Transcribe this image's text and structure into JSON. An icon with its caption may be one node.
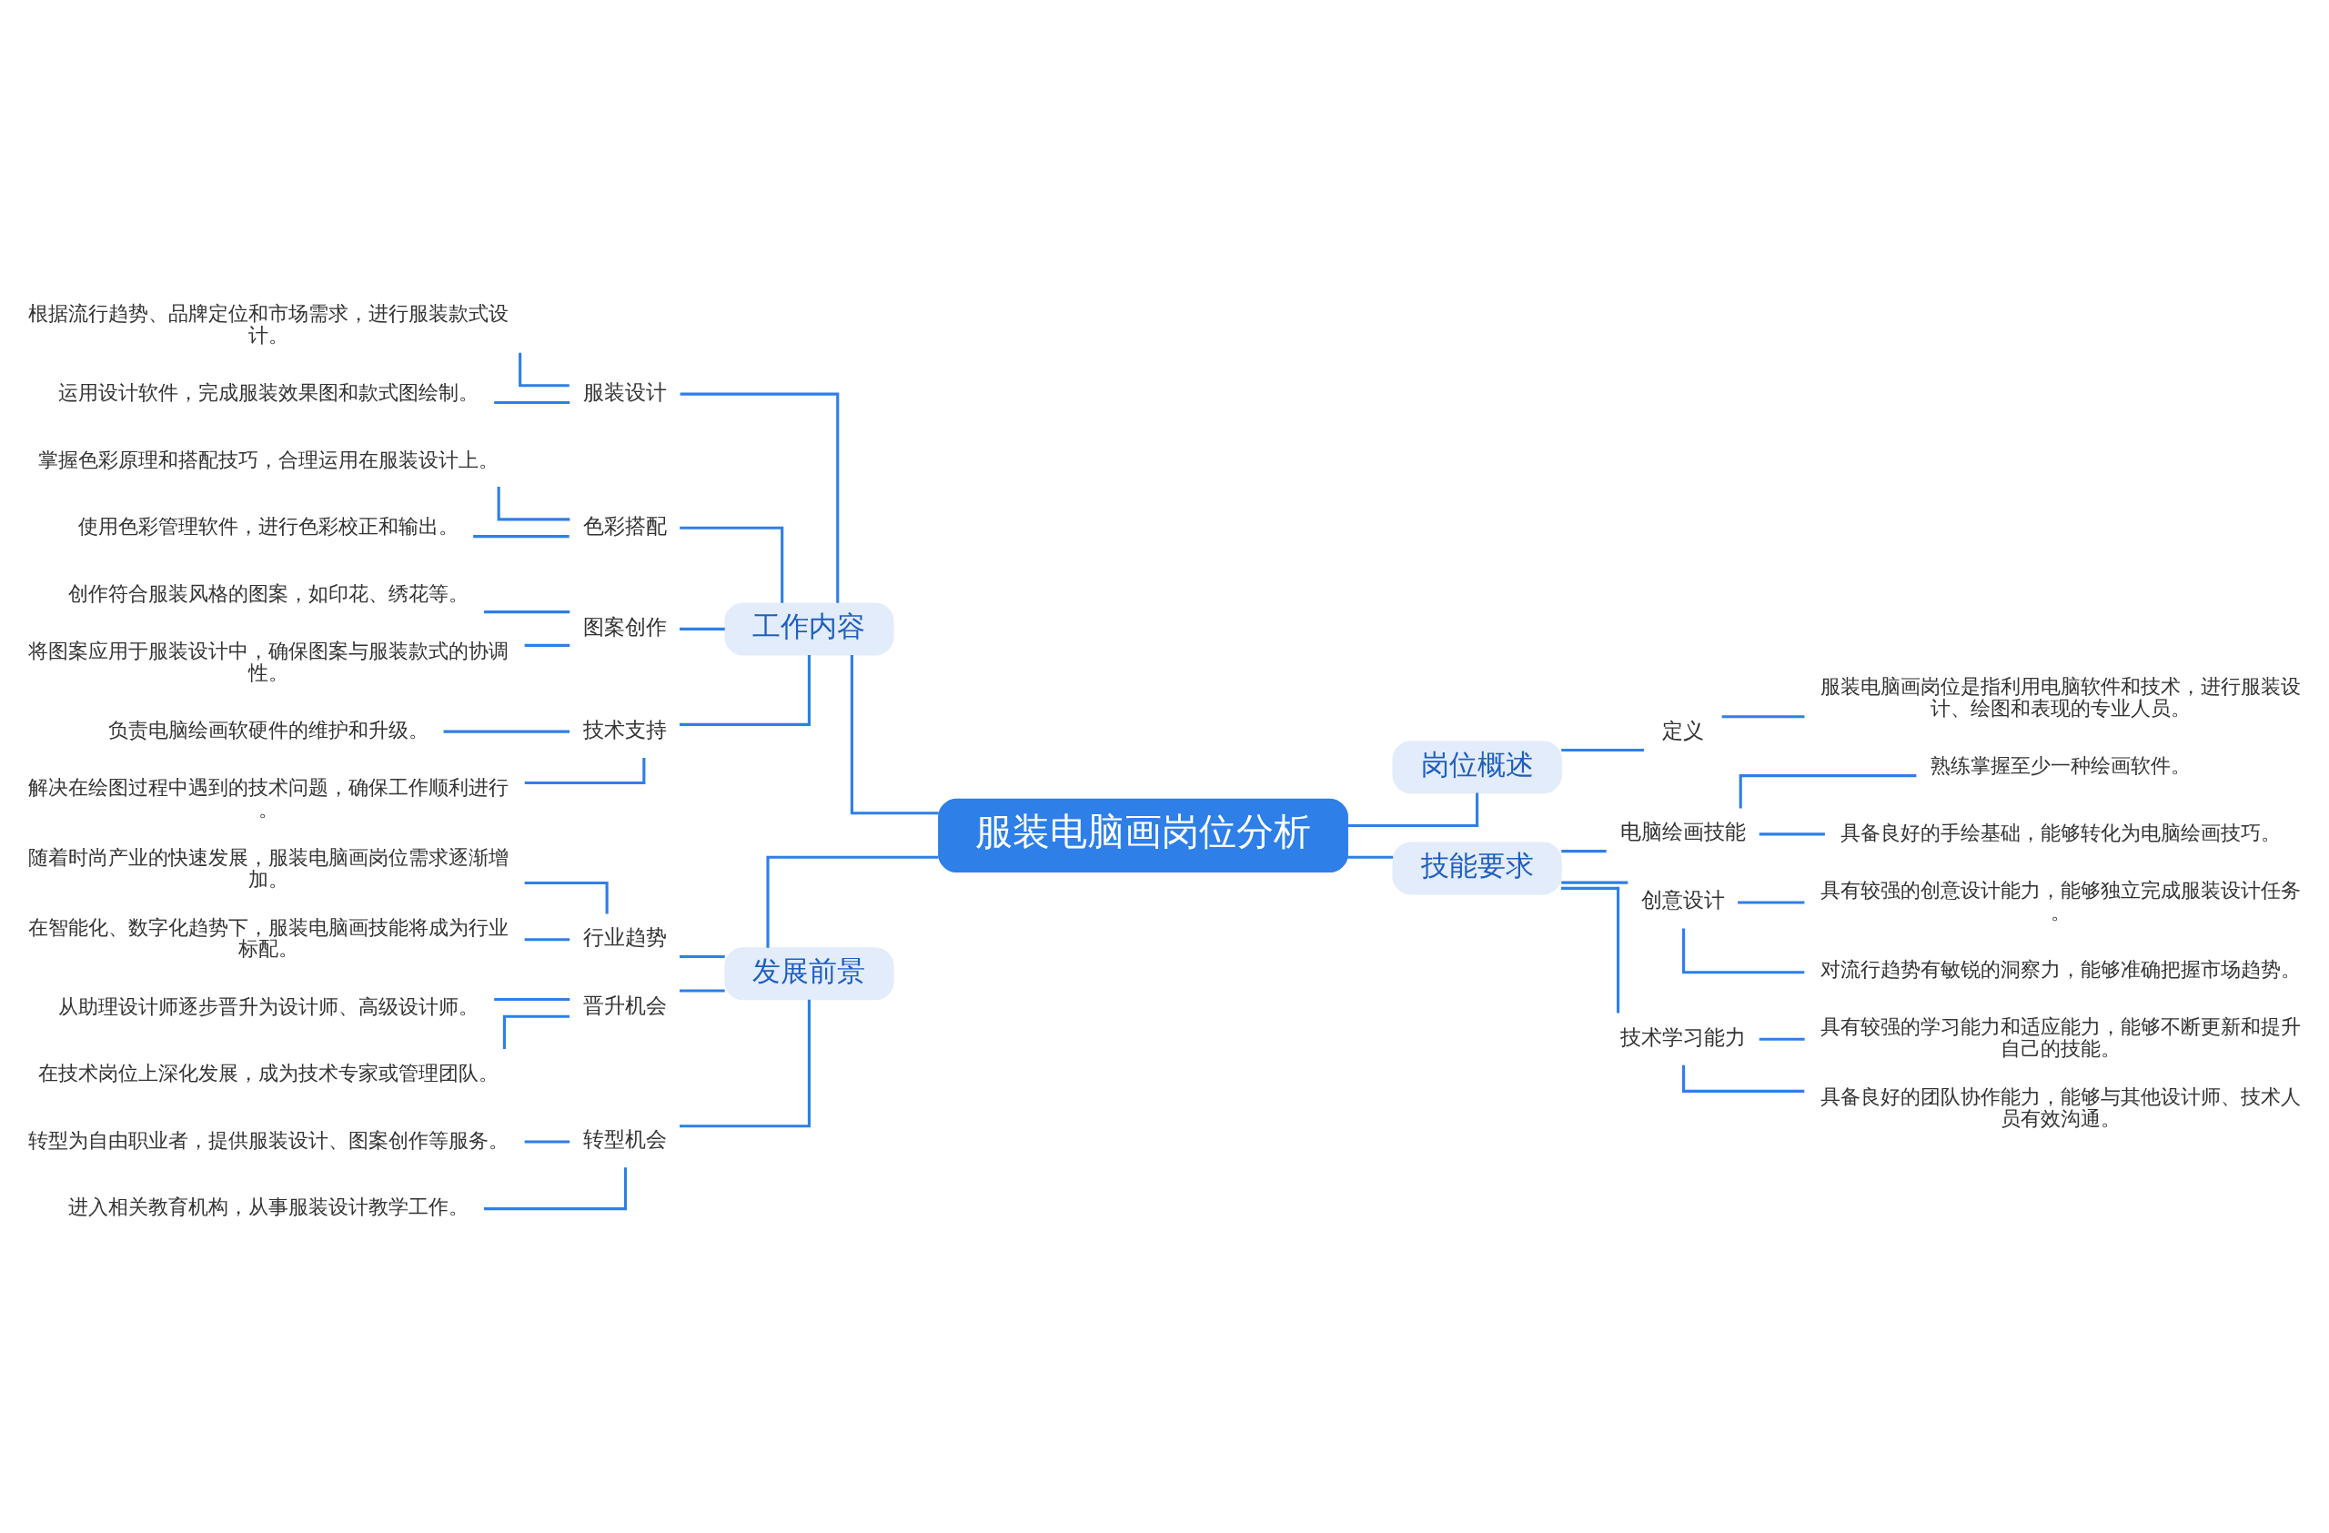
{
  "diagram": {
    "nodes": [
      {
        "text": [
          "服装电脑画岗位分析"
        ]
      },
      {
        "text": [
          "工作内容"
        ]
      },
      {
        "text": [
          "服装设计"
        ]
      },
      {
        "text": [
          "根据流行趋势、品牌定位和市场需求，进行服装款式设计。"
        ]
      },
      {
        "text": [
          "运用设计软件，完成服装效果图和款式图绘制。"
        ]
      },
      {
        "text": [
          "色彩搭配"
        ]
      },
      {
        "text": [
          "掌握色彩原理和搭配技巧，合理运用在服装设计上。"
        ]
      },
      {
        "text": [
          "使用色彩管理软件，进行色彩校正和输出。"
        ]
      },
      {
        "text": [
          "图案创作"
        ]
      },
      {
        "text": [
          "创作符合服装风格的图案，如印花、绣花等。"
        ]
      },
      {
        "text": [
          "将图案应用于服装设计中，确保图案与服装款式的协调性。"
        ]
      },
      {
        "text": [
          "技术支持"
        ]
      },
      {
        "text": [
          "负责电脑绘画软硬件的维护和升级。"
        ]
      },
      {
        "text": [
          "解决在绘图过程中遇到的技术问题，确保工作顺利进行。"
        ]
      },
      {
        "text": [
          "发展前景"
        ]
      },
      {
        "text": [
          "行业趋势"
        ]
      },
      {
        "text": [
          "随着时尚产业的快速发展，服装电脑画岗位需求逐渐增加。"
        ]
      },
      {
        "text": [
          "在智能化、数字化趋势下，服装电脑画技能将成为行业标配。"
        ]
      },
      {
        "text": [
          "晋升机会"
        ]
      },
      {
        "text": [
          "从助理设计师逐步晋升为设计师、高级设计师。"
        ]
      },
      {
        "text": [
          "在技术岗位上深化发展，成为技术专家或管理团队。"
        ]
      },
      {
        "text": [
          "转型机会"
        ]
      },
      {
        "text": [
          "转型为自由职业者，提供服装设计、图案创作等服务。"
        ]
      },
      {
        "text": [
          "进入相关教育机构，从事服装设计教学工作。"
        ]
      },
      {
        "text": [
          "岗位概述"
        ]
      },
      {
        "text": [
          "定义"
        ]
      },
      {
        "text": [
          "服装电脑画岗位是指利用电脑软件和技术，进行服装设计、绘图和表现的专业人员。"
        ]
      },
      {
        "text": [
          "技能要求"
        ]
      },
      {
        "text": [
          "电脑绘画技能"
        ]
      },
      {
        "text": [
          "熟练掌握至少一种绘画软件。"
        ]
      },
      {
        "text": [
          "具备良好的手绘基础，能够转化为电脑绘画技巧。"
        ]
      },
      {
        "text": [
          "创意设计"
        ]
      },
      {
        "text": [
          "具有较强的创意设计能力，能够独立完成服装设计任务。"
        ]
      },
      {
        "text": [
          "对流行趋势有敏锐的洞察力，能够准确把握市场趋势。"
        ]
      },
      {
        "text": [
          "技术学习能力"
        ]
      },
      {
        "text": [
          "具有较强的学习能力和适应能力，能够不断更新和提升自己的技能。"
        ]
      },
      {
        "text": [
          "具备良好的团队协作能力，能够与其他设计师、技术人员有效沟通。"
        ]
      }
    ],
    "edges": [
      {
        "from": 1,
        "to": 0,
        "arrow": "none"
      },
      {
        "from": 2,
        "to": 1,
        "arrow": "none"
      },
      {
        "from": 3,
        "to": 2,
        "arrow": "none"
      },
      {
        "from": 4,
        "to": 2,
        "arrow": "none"
      },
      {
        "from": 5,
        "to": 1,
        "arrow": "none"
      },
      {
        "from": 6,
        "to": 5,
        "arrow": "none"
      },
      {
        "from": 7,
        "to": 5,
        "arrow": "none"
      },
      {
        "from": 8,
        "to": 1,
        "arrow": "none"
      },
      {
        "from": 9,
        "to": 8,
        "arrow": "none"
      },
      {
        "from": 10,
        "to": 8,
        "arrow": "none"
      },
      {
        "from": 11,
        "to": 1,
        "arrow": "none"
      },
      {
        "from": 12,
        "to": 11,
        "arrow": "none"
      },
      {
        "from": 13,
        "to": 11,
        "arrow": "none"
      },
      {
        "from": 14,
        "to": 0,
        "arrow": "none"
      },
      {
        "from": 15,
        "to": 14,
        "arrow": "none"
      },
      {
        "from": 16,
        "to": 15,
        "arrow": "none"
      },
      {
        "from": 17,
        "to": 15,
        "arrow": "none"
      },
      {
        "from": 18,
        "to": 14,
        "arrow": "none"
      },
      {
        "from": 19,
        "to": 18,
        "arrow": "none"
      },
      {
        "from": 20,
        "to": 18,
        "arrow": "none"
      },
      {
        "from": 21,
        "to": 14,
        "arrow": "none"
      },
      {
        "from": 22,
        "to": 21,
        "arrow": "none"
      },
      {
        "from": 23,
        "to": 21,
        "arrow": "none"
      },
      {
        "from": 0,
        "to": 24,
        "arrow": "none"
      },
      {
        "from": 24,
        "to": 25,
        "arrow": "none"
      },
      {
        "from": 25,
        "to": 26,
        "arrow": "none"
      },
      {
        "from": 0,
        "to": 27,
        "arrow": "none"
      },
      {
        "from": 27,
        "to": 28,
        "arrow": "none"
      },
      {
        "from": 28,
        "to": 29,
        "arrow": "none"
      },
      {
        "from": 28,
        "to": 30,
        "arrow": "none"
      },
      {
        "from": 27,
        "to": 31,
        "arrow": "none"
      },
      {
        "from": 31,
        "to": 32,
        "arrow": "none"
      },
      {
        "from": 31,
        "to": 33,
        "arrow": "none"
      },
      {
        "from": 27,
        "to": 34,
        "arrow": "none"
      },
      {
        "from": 34,
        "to": 35,
        "arrow": "none"
      },
      {
        "from": 34,
        "to": 36,
        "arrow": "none"
      }
    ]
  }
}
